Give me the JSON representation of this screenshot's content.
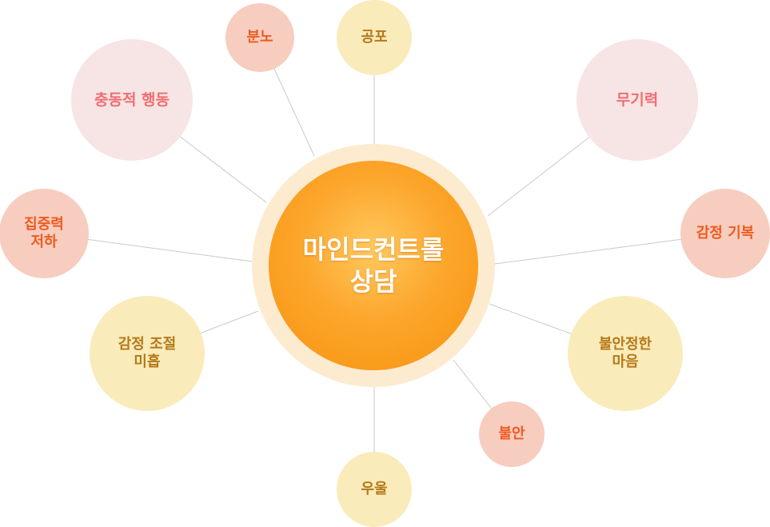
{
  "center": {
    "label": "마인드컨트롤\n상담"
  },
  "nodes": [
    {
      "id": "anger",
      "label": "분노",
      "tone": "peach"
    },
    {
      "id": "fear",
      "label": "공포",
      "tone": "yellow"
    },
    {
      "id": "impulsive-behavior",
      "label": "충동적 행동",
      "tone": "pink"
    },
    {
      "id": "lethargy",
      "label": "무기력",
      "tone": "pink"
    },
    {
      "id": "concentration-decline",
      "label": "집중력\n저하",
      "tone": "peach"
    },
    {
      "id": "mood-swings",
      "label": "감정 기복",
      "tone": "peach"
    },
    {
      "id": "poor-emotion-control",
      "label": "감정 조절\n미흡",
      "tone": "yellow"
    },
    {
      "id": "anxious-mind",
      "label": "불안정한\n마음",
      "tone": "yellow"
    },
    {
      "id": "anxiety",
      "label": "불안",
      "tone": "peach"
    },
    {
      "id": "depression",
      "label": "우울",
      "tone": "yellow"
    }
  ],
  "colors": {
    "hub_gradient": [
      "#ffc95e",
      "#fca62c",
      "#f8920d"
    ],
    "hub_halo": "#fdebd0",
    "peach_fill": "#f7cdbf",
    "peach_text": "#ef5a1f",
    "pink_fill": "#f7e4e4",
    "pink_text": "#f06e72",
    "yellow_fill": "#faebba",
    "yellow_text": "#b5791a",
    "connector": "#c9c9c9"
  }
}
